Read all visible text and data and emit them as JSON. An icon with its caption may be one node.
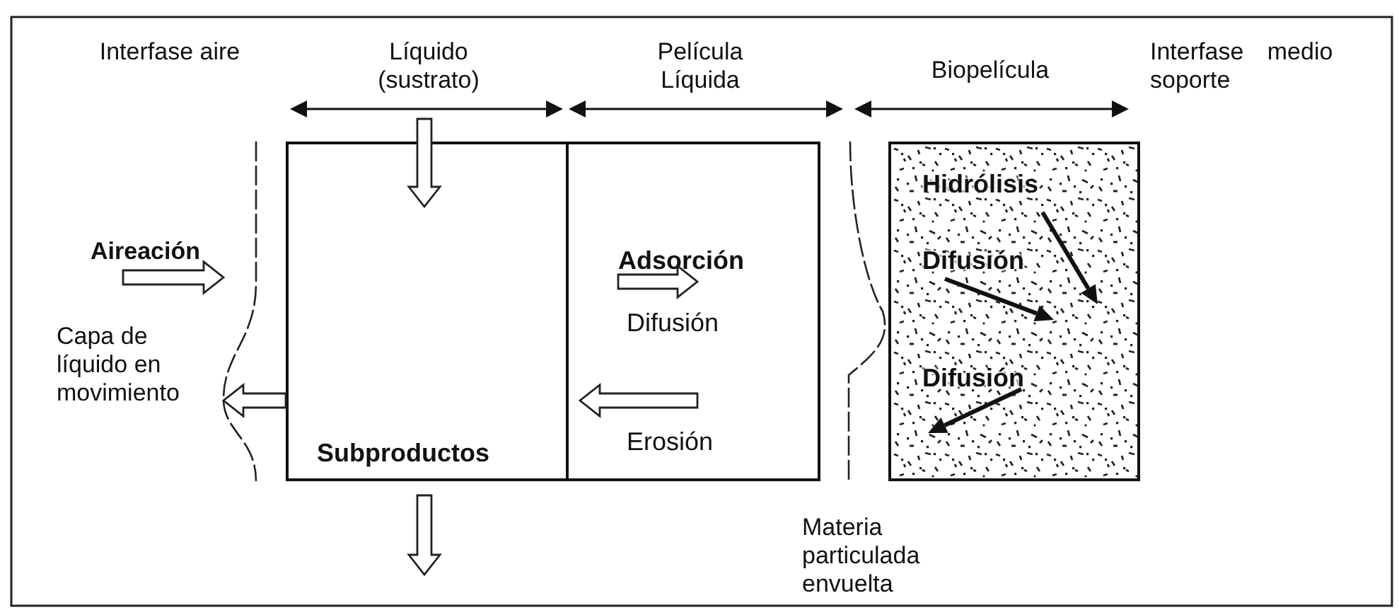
{
  "diagram": {
    "nodes": [
      {
        "text": [
          "Subproductos"
        ]
      },
      {
        "text": [
          "Adsorción",
          "Difusión",
          "Erosión"
        ]
      },
      {
        "text": [
          "Hidrólisis",
          "Difusión",
          "Difusión"
        ]
      },
      {
        "text": [
          "Capa de líquido en movimiento"
        ]
      }
    ],
    "edges": [
      {
        "from": 0,
        "to": 3,
        "arrow": "to"
      }
    ],
    "labels": [
      "Interfase aire",
      "Líquido (sustrato)",
      "Película Líquida",
      "Biopelícula",
      "Interfase medio soporte",
      "Aireación",
      "Materia particulada envuelta"
    ]
  }
}
